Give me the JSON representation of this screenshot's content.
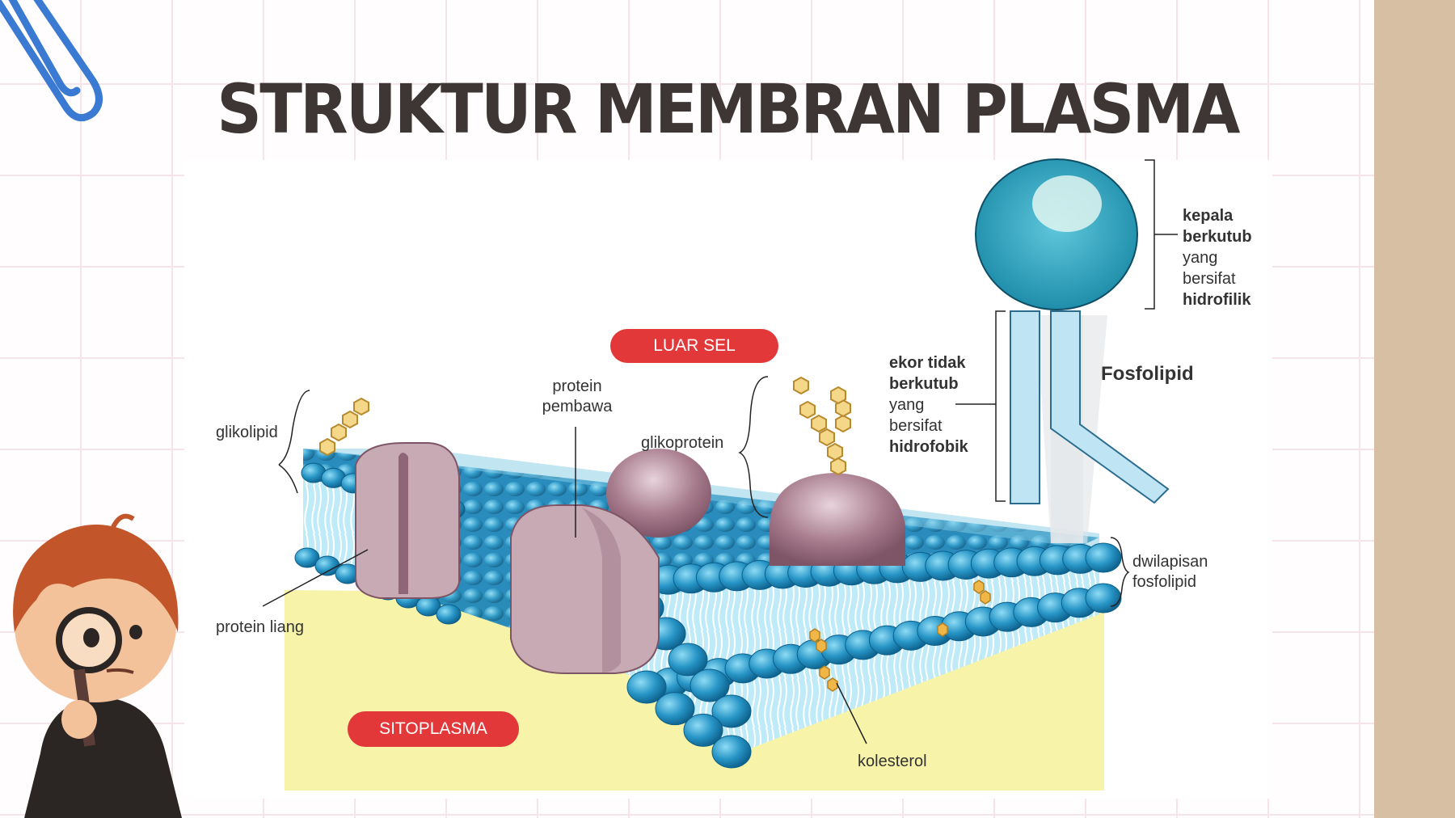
{
  "slide": {
    "title": "STRUKTUR MEMBRAN PLASMA"
  },
  "regions": {
    "outside": "LUAR SEL",
    "inside": "SITOPLASMA"
  },
  "labels": {
    "glikolipid": "glikolipid",
    "protein_pembawa": [
      "protein",
      "pembawa"
    ],
    "glikoprotein": "glikoprotein",
    "protein_liang": "protein liang",
    "kolesterol": "kolesterol",
    "dwilapisan": [
      "dwilapisan",
      "fosfolipid"
    ]
  },
  "phospholipid": {
    "title": "Fosfolipid",
    "head": [
      "kepala",
      "berkutub",
      "yang",
      "bersifat",
      "hidrofilik"
    ],
    "tail": [
      "ekor tidak",
      "berkutub",
      "yang",
      "bersifat",
      "hidrofobik"
    ]
  },
  "colors": {
    "title": "#3d3634",
    "lipid_head": "#2795c6",
    "lipid_tail": "#86d4ef",
    "protein": "#c7aab4",
    "cytoplasm": "#f7f3a9",
    "pill": "#e2383a",
    "cholesterol": "#f0b648",
    "side_strip": "#d6bfa2"
  },
  "icons": [
    "paperclip-icon",
    "magnifier-kid-illustration"
  ]
}
